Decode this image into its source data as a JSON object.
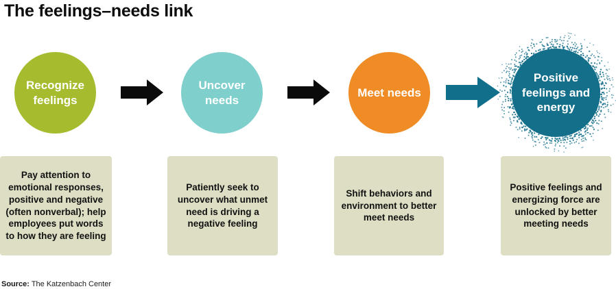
{
  "title": "The feelings–needs link",
  "colors": {
    "stage_1": "#A6BC2E",
    "stage_2": "#7FCFCD",
    "stage_3": "#F08C26",
    "stage_4": "#146F8B",
    "arrow_black": "#0B0B0B",
    "arrow_teal": "#10708B",
    "box_background": "#DEDEC4",
    "page_background": "#FFFFFF",
    "title_text": "#0D0D0D",
    "box_text": "#111111",
    "circle_text": "#FFFFFF"
  },
  "stages": [
    {
      "id": "recognize-feelings",
      "circle_label": "Recognize feelings",
      "description": "Pay attention to emotional responses, positive and negative (often nonverbal); help employees put words to how they are feeling"
    },
    {
      "id": "uncover-needs",
      "circle_label": "Uncover needs",
      "description": "Patiently seek to uncover what unmet need is driving a negative feeling"
    },
    {
      "id": "meet-needs",
      "circle_label": "Meet needs",
      "description": "Shift behaviors and environment to better meet needs"
    },
    {
      "id": "positive-feelings-and-energy",
      "circle_label": "Positive feelings and energy",
      "description": "Positive feelings and energizing force are unlocked by better meeting needs"
    }
  ],
  "arrows": [
    {
      "id": "arrow-1",
      "style": "black",
      "direction": "right"
    },
    {
      "id": "arrow-2",
      "style": "black",
      "direction": "right"
    },
    {
      "id": "arrow-3",
      "style": "teal",
      "direction": "right"
    }
  ],
  "source": {
    "label": "Source:",
    "value": "The Katzenbach Center"
  }
}
